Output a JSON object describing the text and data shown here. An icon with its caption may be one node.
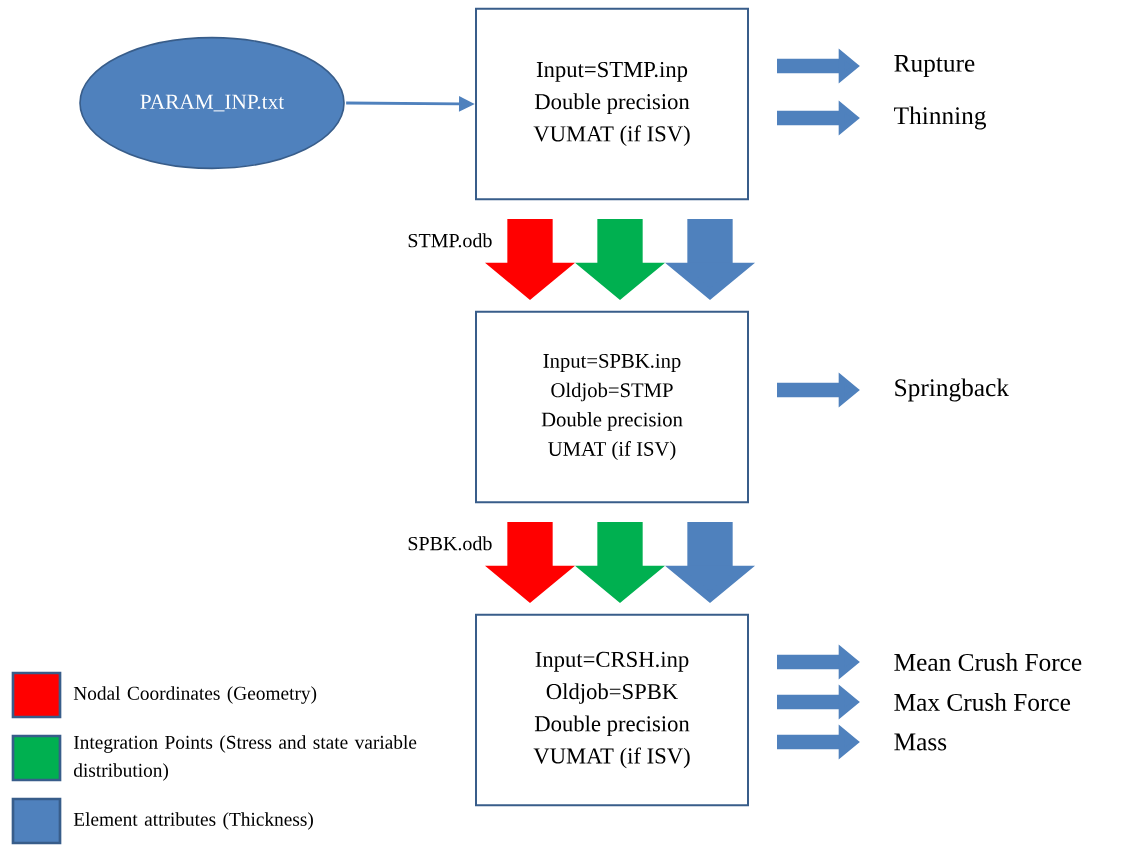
{
  "diagram": {
    "nodes": [
      {
        "text": [
          "PARAM_INP.txt"
        ]
      },
      {
        "text": [
          "Input=STMP.inp",
          "Double precision",
          "VUMAT (if ISV)"
        ]
      },
      {
        "text": [
          "Input=SPBK.inp",
          "Oldjob=STMP",
          "Double precision",
          "UMAT (if ISV)"
        ]
      },
      {
        "text": [
          "Input=CRSH.inp",
          "Oldjob=SPBK",
          "Double precision",
          "VUMAT (if ISV)"
        ]
      },
      {
        "text": [
          "Rupture"
        ]
      },
      {
        "text": [
          "Thinning"
        ]
      },
      {
        "text": [
          "Springback"
        ]
      },
      {
        "text": [
          "Mean Crush Force"
        ]
      },
      {
        "text": [
          "Max Crush Force"
        ]
      },
      {
        "text": [
          "Mass"
        ]
      }
    ],
    "edges": [
      {
        "from": 0,
        "to": 1,
        "arrow": "to"
      },
      {
        "from": 1,
        "to": 4,
        "arrow": "to"
      },
      {
        "from": 1,
        "to": 5,
        "arrow": "to"
      },
      {
        "from": 1,
        "to": 2,
        "arrow": "to",
        "style": "thick",
        "color": "#ff0000",
        "label": "STMP.odb"
      },
      {
        "from": 1,
        "to": 2,
        "arrow": "to",
        "style": "thick",
        "color": "#00b050"
      },
      {
        "from": 1,
        "to": 2,
        "arrow": "to",
        "style": "thick"
      },
      {
        "from": 2,
        "to": 6,
        "arrow": "to"
      },
      {
        "from": 2,
        "to": 3,
        "arrow": "to",
        "style": "thick",
        "color": "#ff0000",
        "label": "SPBK.odb"
      },
      {
        "from": 2,
        "to": 3,
        "arrow": "to",
        "style": "thick",
        "color": "#00b050"
      },
      {
        "from": 2,
        "to": 3,
        "arrow": "to",
        "style": "thick"
      },
      {
        "from": 3,
        "to": 7,
        "arrow": "to"
      },
      {
        "from": 3,
        "to": 8,
        "arrow": "to"
      },
      {
        "from": 3,
        "to": 9,
        "arrow": "to"
      }
    ],
    "legend": [
      {
        "text": "Nodal Coordinates (Geometry)",
        "color": "#ff0000"
      },
      {
        "text": "Integration Points (Stress and state variable distribution)",
        "color": "#00b050"
      },
      {
        "text": "Element attributes (Thickness)",
        "color": "#4f81bd"
      }
    ]
  }
}
